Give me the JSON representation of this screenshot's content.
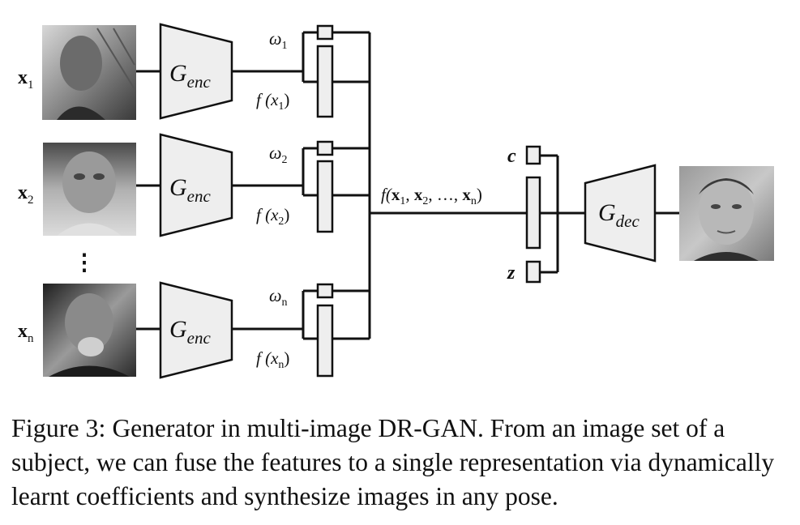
{
  "inputs": [
    {
      "var": "x",
      "sub": "1",
      "weight_sym": "ω",
      "weight_sub": "1",
      "feat": "f (x",
      "feat_sub": "1",
      "feat_close": ")"
    },
    {
      "var": "x",
      "sub": "2",
      "weight_sym": "ω",
      "weight_sub": "2",
      "feat": "f (x",
      "feat_sub": "2",
      "feat_close": ")"
    },
    {
      "var": "x",
      "sub": "n",
      "weight_sym": "ω",
      "weight_sub": "n",
      "feat": "f (x",
      "feat_sub": "n",
      "feat_close": ")"
    }
  ],
  "ellipsis": "⋮",
  "encoder": {
    "main": "G",
    "sub": "enc"
  },
  "decoder": {
    "main": "G",
    "sub": "dec"
  },
  "fused": {
    "prefix": "f(",
    "x": "x",
    "s1": "1",
    "sep1": ", ",
    "s2": "2",
    "sep2": ", …, ",
    "sn": "n",
    "close": ")"
  },
  "code_c": "c",
  "noise_z": "z",
  "caption": {
    "figure": "Figure 3:",
    "text": "Generator in multi-image DR-GAN. From an image set of a subject, we can fuse the features to a single representation via dynamically learnt coefficients and synthesize images in any pose."
  },
  "colors": {
    "box_fill": "#eeeeee",
    "stroke": "#111111"
  }
}
